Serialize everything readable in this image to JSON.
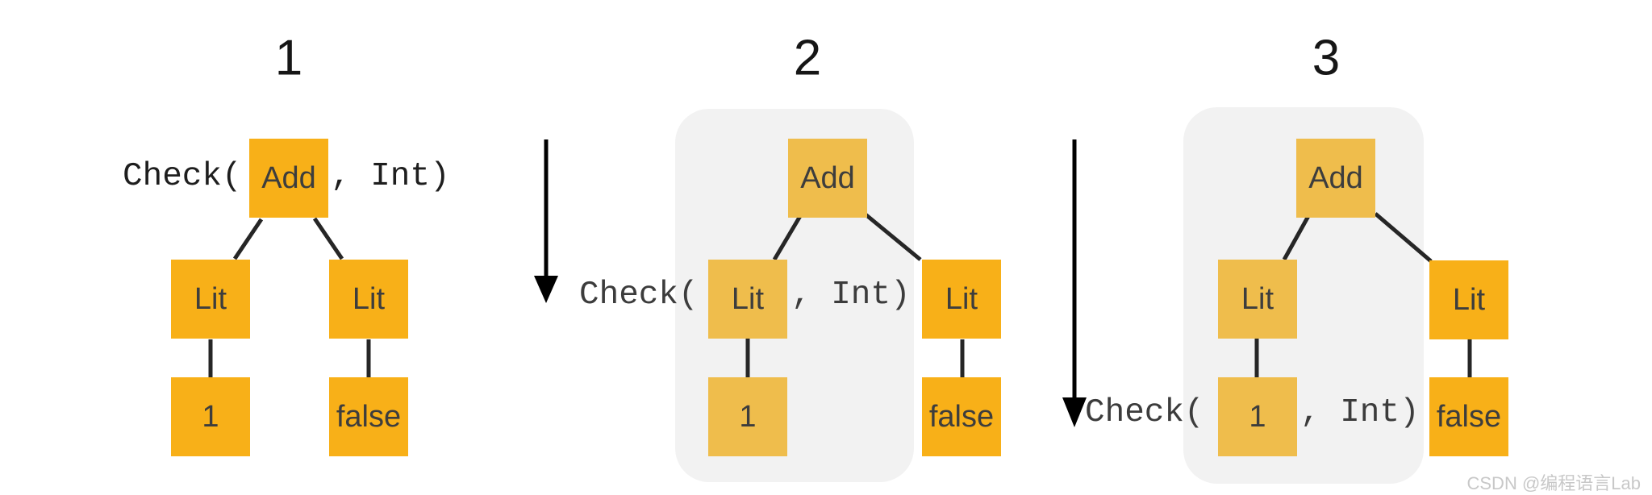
{
  "colors": {
    "background": "#FFFFFF",
    "node_bright": "#F8B018",
    "node_muted": "#EFBD4C",
    "node_text": "#3D3D3D",
    "panel_bg": "#F2F2F2",
    "check_text_dark": "#1E1E1E",
    "check_text_gray": "#3C3C3C",
    "edge": "#262626",
    "arrow": "#000000",
    "watermark": "#C8C8C8"
  },
  "panels": [
    {
      "title": "1",
      "check_prefix": "Check(",
      "check_suffix": ", Int)",
      "checked_node": "Add",
      "nodes": {
        "root": "Add",
        "left_child": "Lit",
        "right_child": "Lit",
        "left_leaf": "1",
        "right_leaf": "false"
      }
    },
    {
      "title": "2",
      "check_prefix": "Check(",
      "check_suffix": ", Int)",
      "checked_node": "Lit",
      "nodes": {
        "root": "Add",
        "left_child": "Lit",
        "right_child": "Lit",
        "left_leaf": "1",
        "right_leaf": "false"
      }
    },
    {
      "title": "3",
      "check_prefix": "Check(",
      "check_suffix": ", Int)",
      "checked_node": "1",
      "nodes": {
        "root": "Add",
        "left_child": "Lit",
        "right_child": "Lit",
        "left_leaf": "1",
        "right_leaf": "false"
      }
    }
  ],
  "watermark": "CSDN @编程语言Lab"
}
